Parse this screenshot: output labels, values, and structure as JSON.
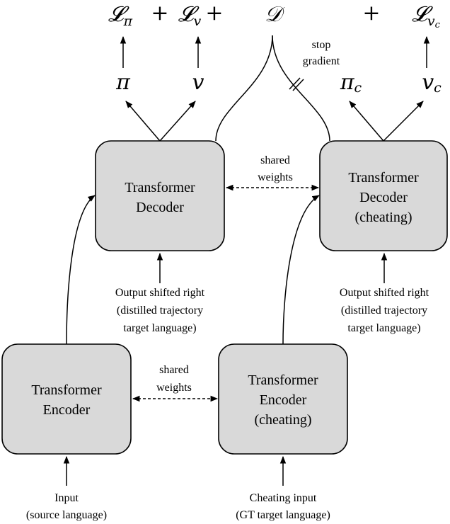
{
  "top_equation": {
    "loss_pi": "𝓛",
    "loss_pi_sub": "π",
    "plus_1": "+",
    "loss_v": "𝓛",
    "loss_v_sub": "v",
    "plus_2": "+",
    "divergence": "𝒟",
    "plus_3": "+",
    "loss_vc": "𝓛",
    "loss_vc_sub": "v",
    "loss_vc_subsub": "c"
  },
  "outputs": {
    "pi": "π",
    "v": "v",
    "pi_c": "π",
    "pi_c_sub": "c",
    "v_c": "v",
    "v_c_sub": "c"
  },
  "stop_gradient": {
    "line1": "stop",
    "line2": "gradient"
  },
  "decoder": {
    "line1": "Transformer",
    "line2": "Decoder"
  },
  "decoder_cheating": {
    "line1": "Transformer",
    "line2": "Decoder",
    "line3": "(cheating)"
  },
  "encoder": {
    "line1": "Transformer",
    "line2": "Encoder"
  },
  "encoder_cheating": {
    "line1": "Transformer",
    "line2": "Encoder",
    "line3": "(cheating)"
  },
  "shared_weights_top": {
    "line1": "shared",
    "line2": "weights"
  },
  "shared_weights_bottom": {
    "line1": "shared",
    "line2": "weights"
  },
  "decoder_input": {
    "line1": "Output shifted right",
    "line2": "(distilled trajectory",
    "line3": "target language)"
  },
  "decoder_cheating_input": {
    "line1": "Output shifted right",
    "line2": "(distilled trajectory",
    "line3": "target language)"
  },
  "encoder_input": {
    "line1": "Input",
    "line2": "(source language)"
  },
  "encoder_cheating_input": {
    "line1": "Cheating input",
    "line2": "(GT target language)"
  }
}
